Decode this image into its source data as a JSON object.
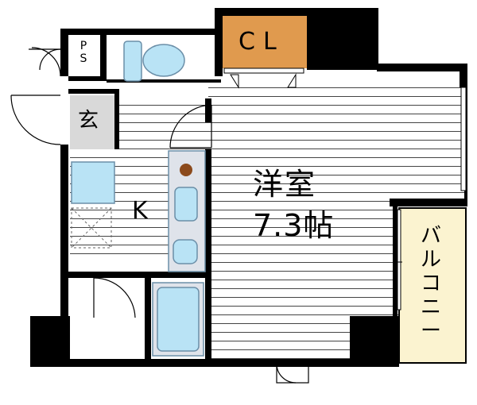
{
  "rooms": {
    "western_room": {
      "name": "洋室",
      "size": "7.3帖"
    },
    "kitchen": {
      "label": "K"
    },
    "entrance": {
      "label": "玄"
    },
    "closet": {
      "label": "CL"
    },
    "pipe_space": {
      "label": "PS"
    },
    "balcony": {
      "label": "バルコニー"
    }
  },
  "colors": {
    "wall": "#000000",
    "entrance_fill": "#d9d9d9",
    "closet_fill": "#e09a4e",
    "balcony_fill": "#fbf3d0",
    "fixture_fill": "#b9e3f5",
    "fixture_stroke": "#6b8fa8",
    "counter_fill": "#dfe3ea",
    "stove_dot": "#8b4a1c",
    "flooring_line": "#333333"
  }
}
